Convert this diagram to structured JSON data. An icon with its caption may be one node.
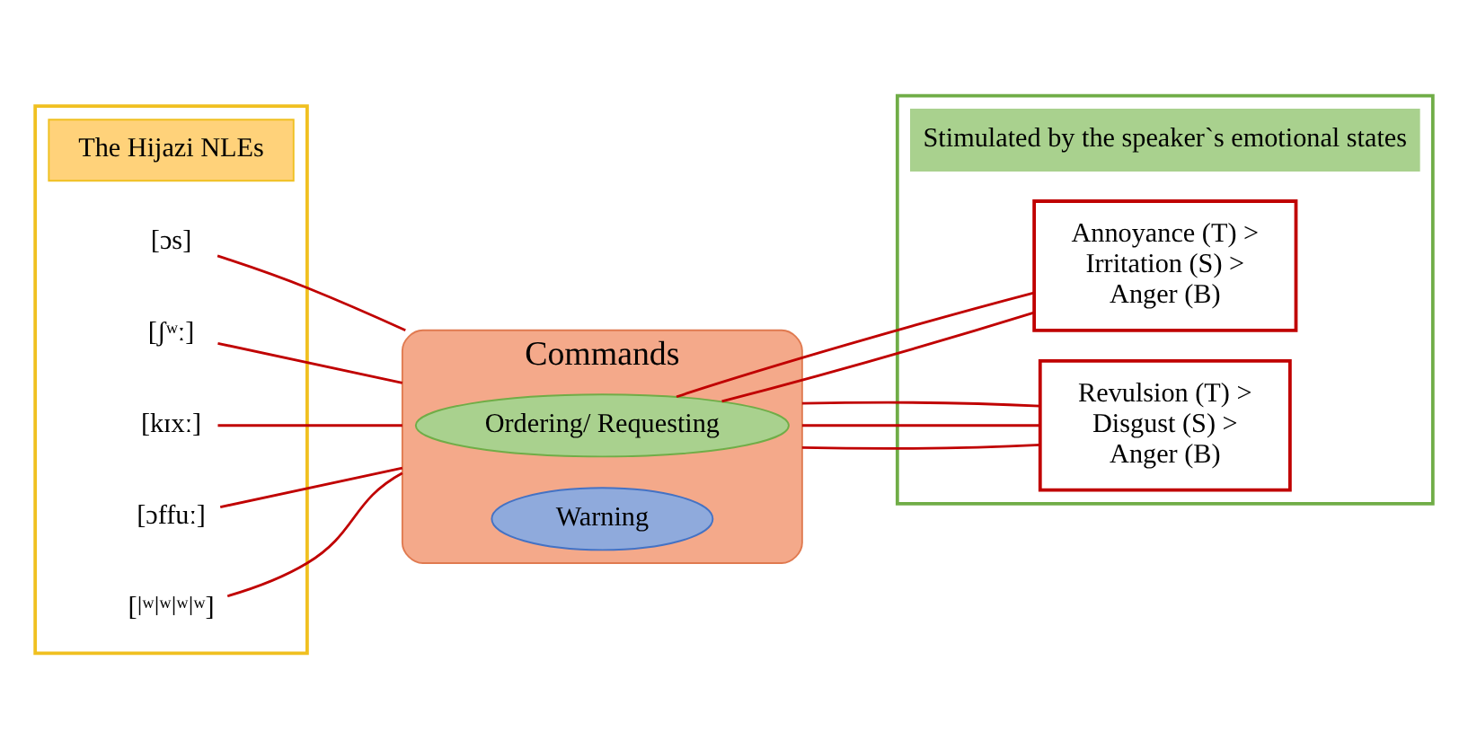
{
  "diagram": {
    "nodes": [
      {
        "text": [],
        "shape": "box"
      },
      {
        "text": [
          "The Hijazi NLEs"
        ],
        "in": 0
      },
      {
        "text": [
          "[ɔs]"
        ],
        "in": 0
      },
      {
        "text": [
          "[ʃʷː]"
        ],
        "in": 0
      },
      {
        "text": [
          "[kɪxː]"
        ],
        "in": 0
      },
      {
        "text": [
          "[ɔffuː]"
        ],
        "in": 0
      },
      {
        "text": [
          "[ǀʷǀʷǀʷǀʷ]"
        ],
        "in": 0
      },
      {
        "text": [
          "Commands"
        ]
      },
      {
        "text": [
          "Ordering/ Requesting"
        ],
        "in": 7
      },
      {
        "text": [
          "Warning"
        ],
        "in": 7
      },
      {
        "text": [],
        "shape": "box"
      },
      {
        "text": [
          "Stimulated by the speaker`s emotional states"
        ],
        "in": 10
      },
      {
        "text": [
          "Annoyance (T) >",
          "Irritation (S) >",
          "Anger (B)"
        ],
        "in": 10
      },
      {
        "text": [
          "Revulsion (T) >",
          "Disgust (S) >",
          "Anger (B)"
        ],
        "in": 10
      }
    ],
    "edges": [
      {
        "from": 2,
        "to": 7,
        "arrow": "none"
      },
      {
        "from": 3,
        "to": 7,
        "arrow": "none"
      },
      {
        "from": 4,
        "to": 7,
        "arrow": "none"
      },
      {
        "from": 5,
        "to": 7,
        "arrow": "none"
      },
      {
        "from": 6,
        "to": 7,
        "arrow": "none"
      },
      {
        "from": 8,
        "to": 12,
        "arrow": "none"
      },
      {
        "from": 8,
        "to": 12,
        "arrow": "none"
      },
      {
        "from": 7,
        "to": 13,
        "arrow": "none"
      },
      {
        "from": 7,
        "to": 13,
        "arrow": "none"
      },
      {
        "from": 7,
        "to": 13,
        "arrow": "none"
      }
    ]
  }
}
